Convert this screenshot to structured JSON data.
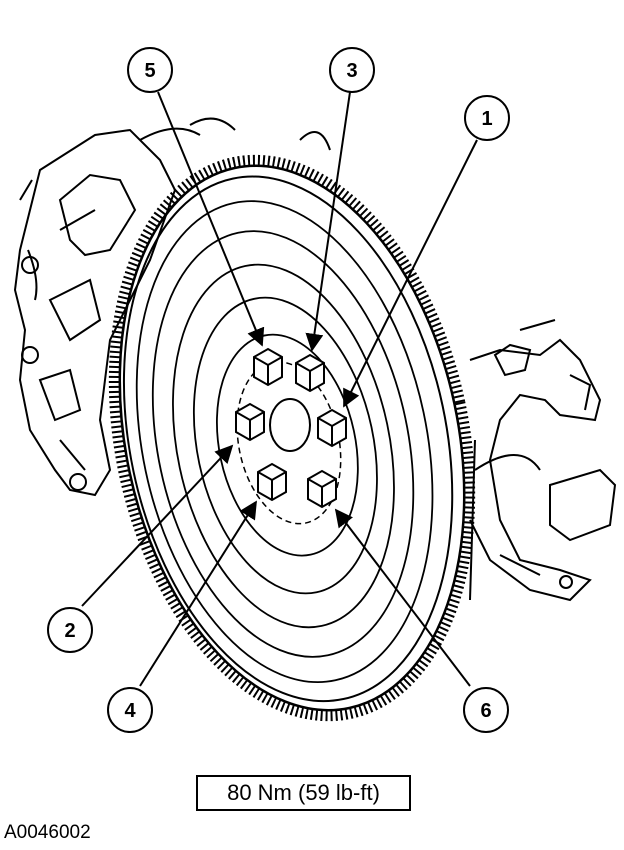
{
  "callouts": [
    {
      "id": "callout-5",
      "label": "5"
    },
    {
      "id": "callout-3",
      "label": "3"
    },
    {
      "id": "callout-1",
      "label": "1"
    },
    {
      "id": "callout-2",
      "label": "2"
    },
    {
      "id": "callout-4",
      "label": "4"
    },
    {
      "id": "callout-6",
      "label": "6"
    }
  ],
  "torque_spec": "80 Nm (59 lb-ft)",
  "figure_id": "A0046002"
}
